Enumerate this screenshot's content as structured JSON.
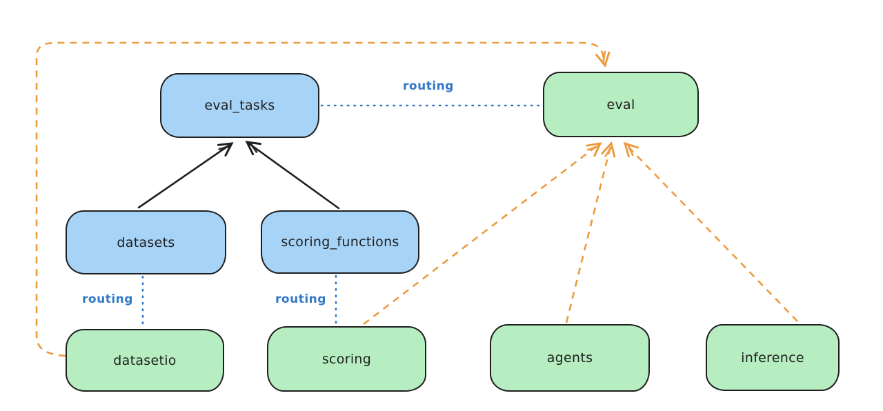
{
  "diagram": {
    "nodes": {
      "eval_tasks": {
        "label": "eval_tasks",
        "color": "blue"
      },
      "eval": {
        "label": "eval",
        "color": "green"
      },
      "datasets": {
        "label": "datasets",
        "color": "blue"
      },
      "scoring_functions": {
        "label": "scoring_functions",
        "color": "blue"
      },
      "datasetio": {
        "label": "datasetio",
        "color": "green"
      },
      "scoring": {
        "label": "scoring",
        "color": "green"
      },
      "agents": {
        "label": "agents",
        "color": "green"
      },
      "inference": {
        "label": "inference",
        "color": "green"
      }
    },
    "edge_labels": {
      "routing_top": "routing",
      "routing_datasets": "routing",
      "routing_scoring": "routing"
    },
    "edges": [
      {
        "from": "datasets",
        "to": "eval_tasks",
        "style": "solid-black-arrow"
      },
      {
        "from": "scoring_functions",
        "to": "eval_tasks",
        "style": "solid-black-arrow"
      },
      {
        "from": "eval_tasks",
        "to": "eval",
        "style": "dotted-blue",
        "label": "routing"
      },
      {
        "from": "datasets",
        "to": "datasetio",
        "style": "dotted-blue",
        "label": "routing"
      },
      {
        "from": "scoring_functions",
        "to": "scoring",
        "style": "dotted-blue",
        "label": "routing"
      },
      {
        "from": "datasetio",
        "to": "eval",
        "style": "dashed-orange-arrow"
      },
      {
        "from": "scoring",
        "to": "eval",
        "style": "dashed-orange-arrow"
      },
      {
        "from": "agents",
        "to": "eval",
        "style": "dashed-orange-arrow"
      },
      {
        "from": "inference",
        "to": "eval",
        "style": "dashed-orange-arrow"
      }
    ],
    "colors": {
      "blue_fill": "#a7d3f7",
      "green_fill": "#b6edc1",
      "stroke": "#1e1e1e",
      "routing_blue": "#3178c6",
      "orange": "#ec9b3e"
    }
  }
}
